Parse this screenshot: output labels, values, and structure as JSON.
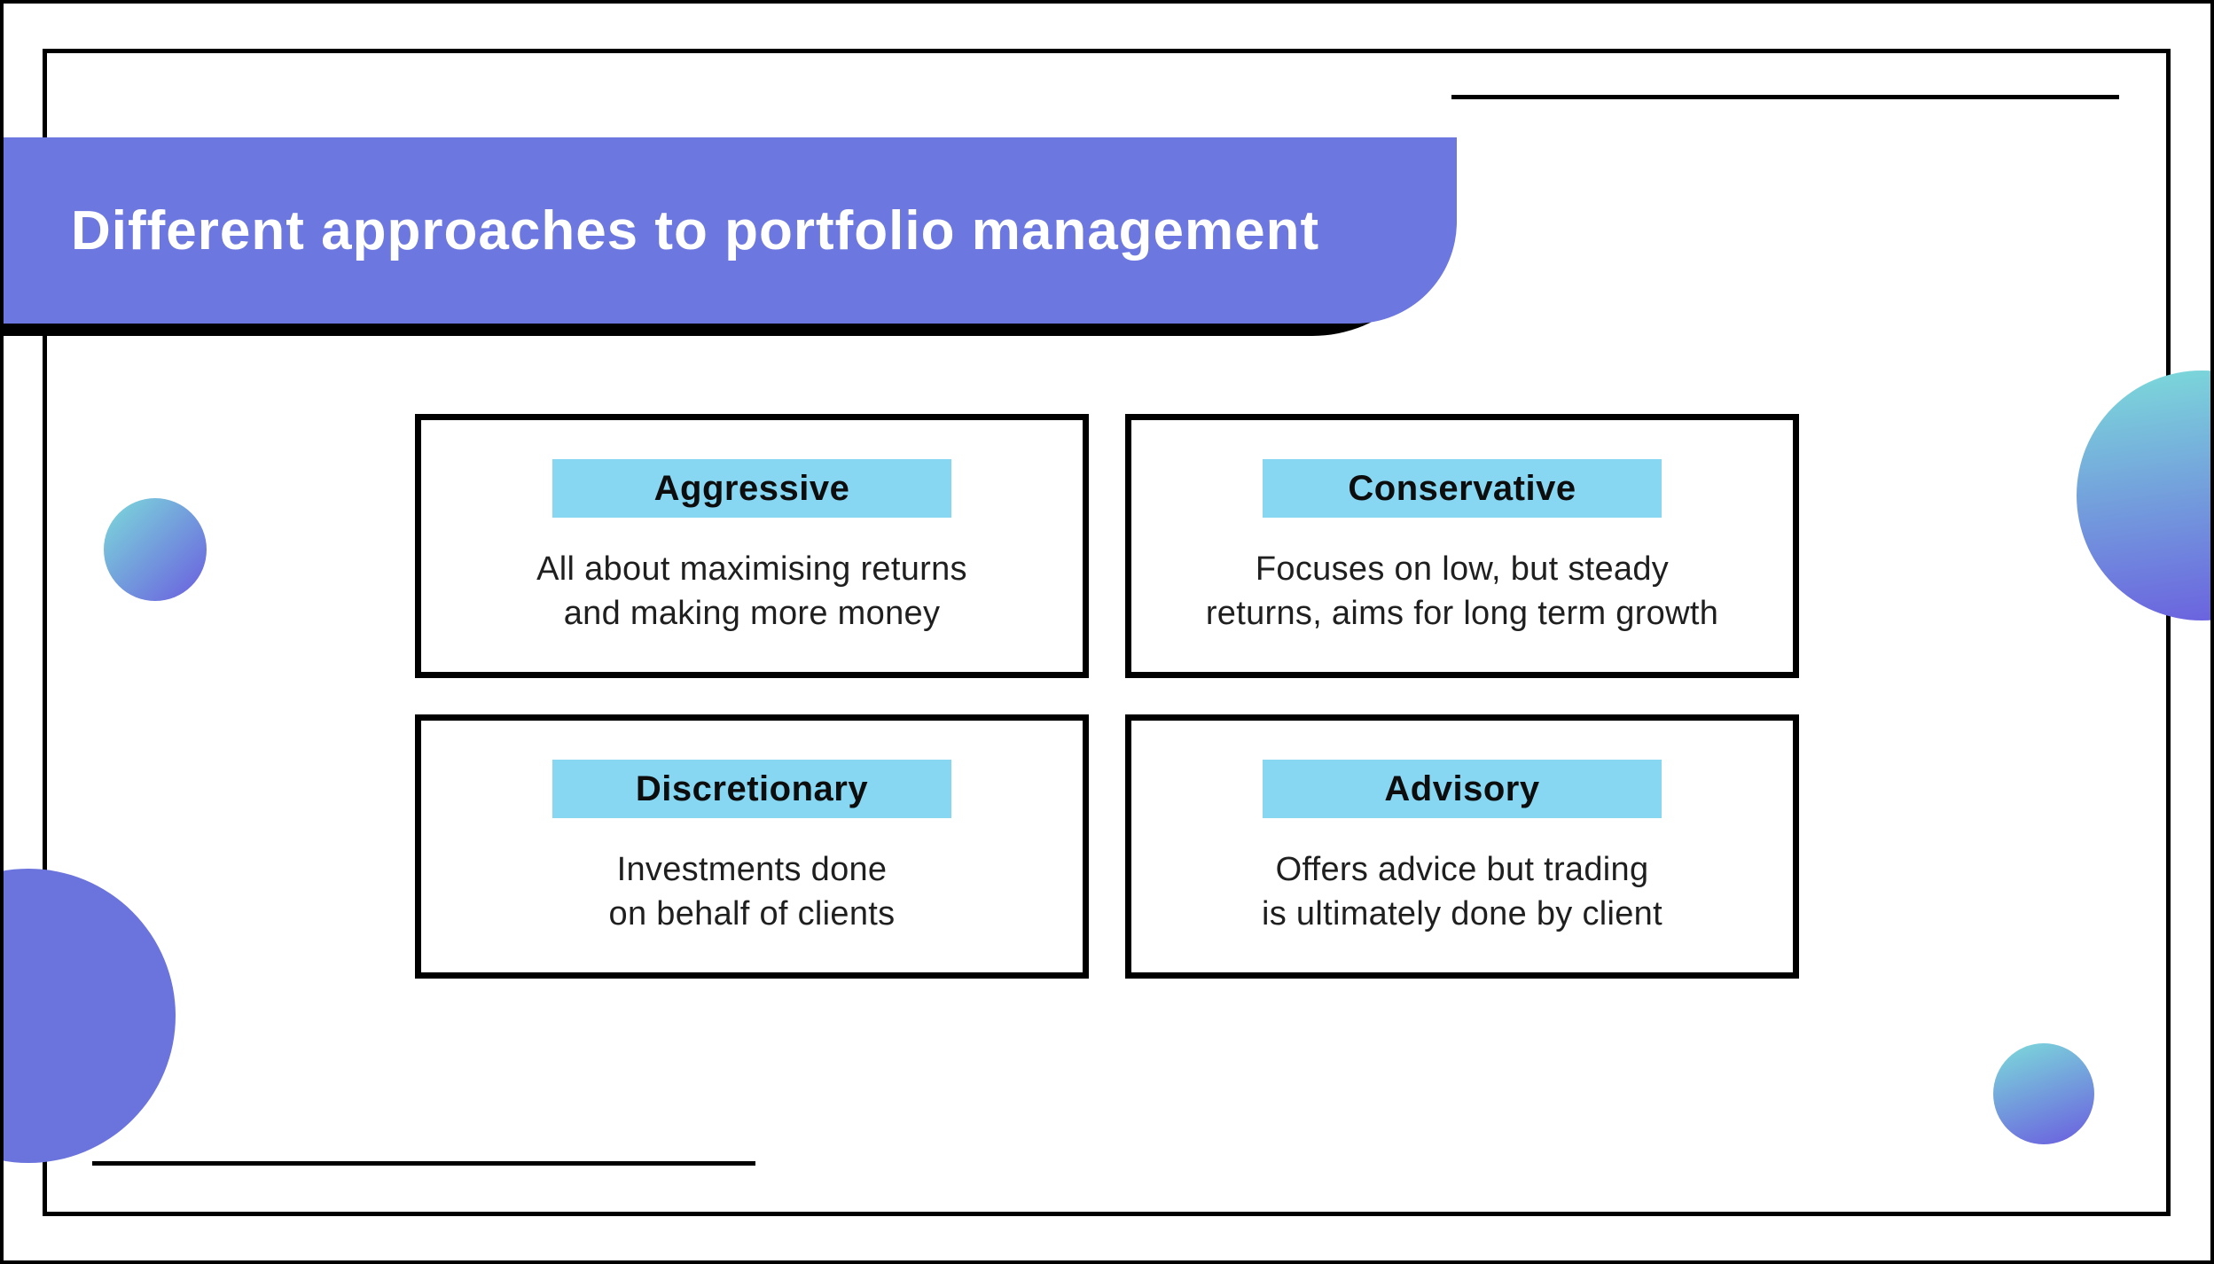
{
  "slide": {
    "title": "Different approaches to portfolio management"
  },
  "cards": [
    {
      "heading": "Aggressive",
      "body_lines": [
        "All about maximising returns",
        "and making more money"
      ]
    },
    {
      "heading": "Conservative",
      "body_lines": [
        "Focuses on low, but steady",
        "returns, aims for long term growth"
      ]
    },
    {
      "heading": "Discretionary",
      "body_lines": [
        "Investments done",
        "on behalf of clients"
      ]
    },
    {
      "heading": "Advisory",
      "body_lines": [
        "Offers advice but trading",
        "is ultimately done by client"
      ]
    }
  ],
  "colors": {
    "banner_purple": "#6C77DF",
    "highlight_blue": "#87D6F2",
    "ink_black": "#000000",
    "body_text": "#1F1F1F",
    "circle_solid_purple": "#6B73DD",
    "gradient_teal": "#7CDCDA",
    "gradient_purple": "#6A5CDF"
  }
}
